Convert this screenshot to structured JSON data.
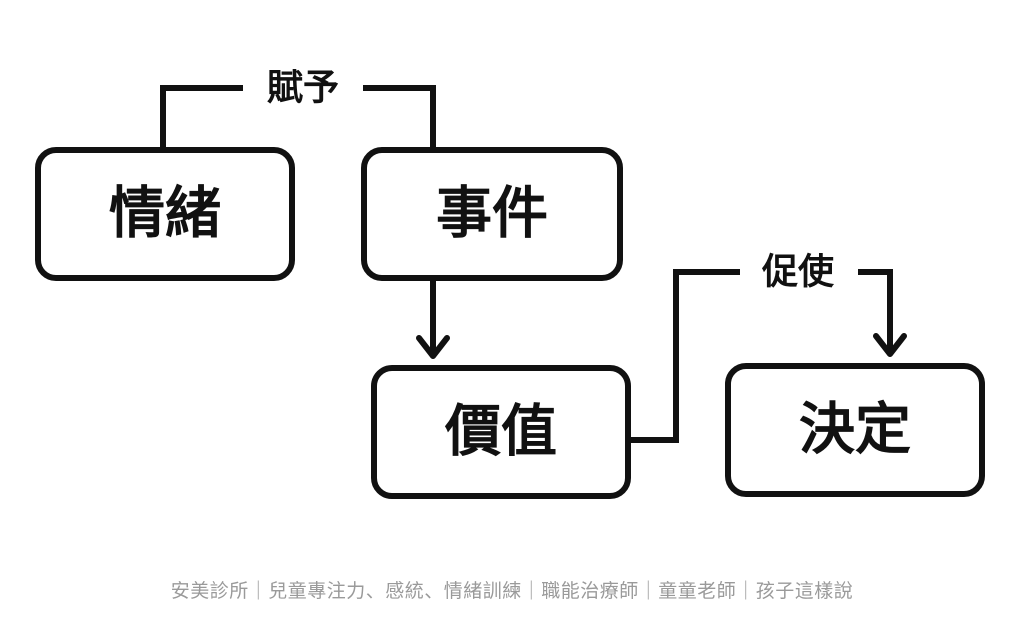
{
  "nodes": {
    "emotion": "情緒",
    "event": "事件",
    "value": "價值",
    "decision": "決定"
  },
  "edges": {
    "emotion_to_event": "賦予",
    "value_to_decision": "促使"
  },
  "footer": {
    "text": "安美診所｜兒童專注力、感統、情緒訓練｜職能治療師｜童童老師｜孩子這樣說"
  },
  "colors": {
    "stroke": "#111111",
    "background": "#ffffff",
    "footer_text": "#9a9a9a"
  }
}
